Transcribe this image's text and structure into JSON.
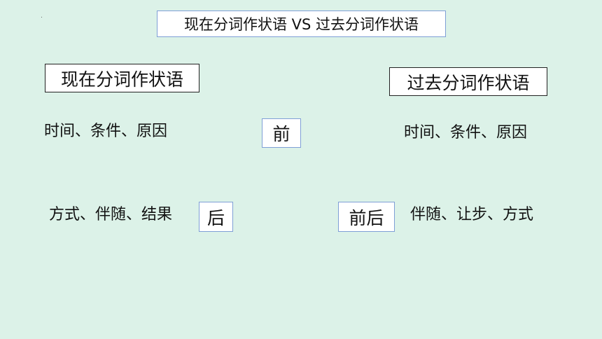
{
  "title": "现在分词作状语 VS 过去分词作状语",
  "left_heading": "现在分词作状语",
  "right_heading": "过去分词作状语",
  "left_before_text": "时间、条件、原因",
  "center_before_label": "前",
  "right_before_text": "时间、条件、原因",
  "left_after_text": "方式、伴随、结果",
  "left_after_label": "后",
  "right_both_label": "前后",
  "right_after_text": "伴随、让步、方式",
  "colors": {
    "background": "#dcf2e8",
    "box_border_blue": "#7f9fd6",
    "box_border_black": "#222222",
    "text": "#111111"
  }
}
